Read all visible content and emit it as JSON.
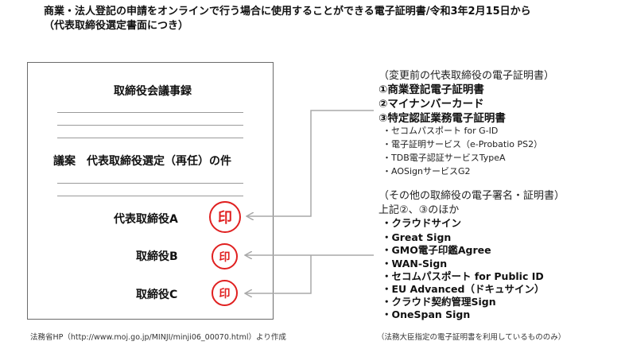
{
  "title": {
    "line1": "商業・法人登記の申請をオンラインで行う場合に使用することができる電子証明書/令和3年2月15日から",
    "line2": "（代表取締役選定書面につき）"
  },
  "document": {
    "heading": "取締役会議事録",
    "agenda": "議案　代表取締役選定（再任）の件",
    "signers": [
      {
        "role": "代表取締役A",
        "seal": "印"
      },
      {
        "role": "取締役B",
        "seal": "印"
      },
      {
        "role": "取締役C",
        "seal": "印"
      }
    ],
    "seal_color": "#e02020"
  },
  "representative_certs": {
    "heading": "（変更前の代表取締役の電子証明書）",
    "items": [
      "①商業登記電子証明書",
      "②マイナンバーカード",
      "③特定認証業務電子証明書"
    ],
    "sub_items": [
      "・セコムパスポート for G-ID",
      "・電子証明サービス（e-Probatio PS2）",
      "・TDB電子認証サービスTypeA",
      "・AOSignサービスG2"
    ]
  },
  "other_certs": {
    "heading": "（その他の取締役の電子署名・証明書）",
    "note": "上記②、③のほか",
    "items": [
      "・クラウドサイン",
      "・Great Sign",
      "・GMO電子印鑑Agree",
      "・WAN-Sign",
      "・セコムパスポート for Public ID",
      "・EU Advanced（ドキュサイン）",
      "・クラウド契約管理Sign",
      "・OneSpan Sign"
    ]
  },
  "footer": {
    "source": "法務省HP（http://www.moj.go.jp/MINJI/minji06_00070.html）より作成",
    "note": "（法務大臣指定の電子証明書を利用しているもののみ）"
  },
  "colors": {
    "connector": "#a8a8a8",
    "seal": "#e02020"
  }
}
